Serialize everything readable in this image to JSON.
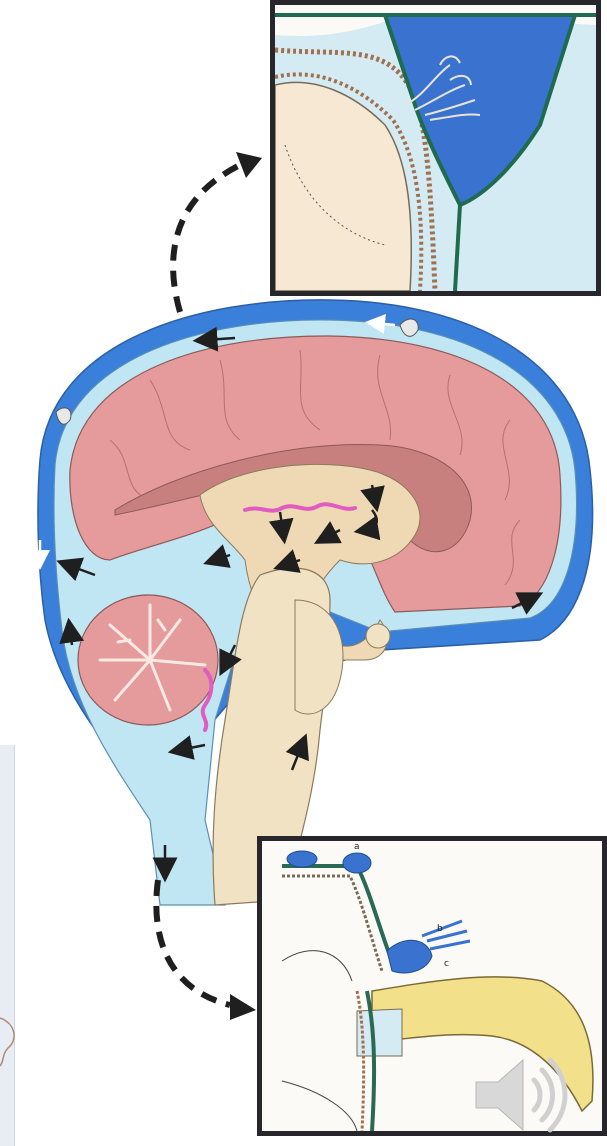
{
  "inset_bottom": {
    "labels": {
      "a": "a",
      "b": "b",
      "c": "c"
    }
  },
  "colors": {
    "csf_dark_blue": "#3a7fd9",
    "csf_light_blue": "#bfe6f2",
    "brain_pink": "#e59a9b",
    "brainstem_beige": "#f2e2c4",
    "choroid_plexus_magenta": "#e05cc0",
    "arrow_black": "#1f1f1f",
    "frame_dark": "#26262b"
  },
  "icons": {
    "speaker": "speaker-icon"
  }
}
